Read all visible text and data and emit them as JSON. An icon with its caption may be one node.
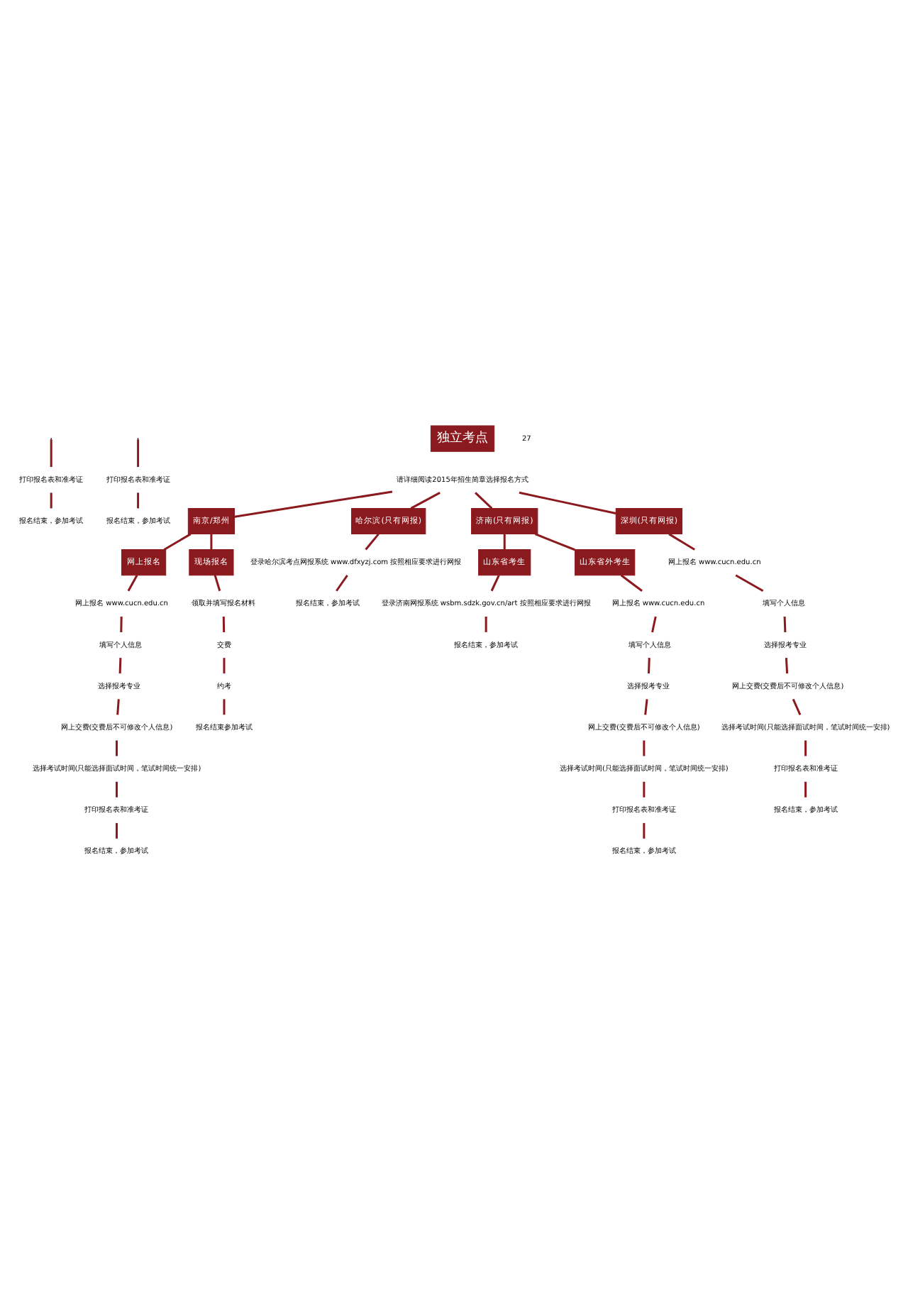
{
  "diagram": {
    "nodes": [
      {
        "text": [
          "打印报名表和准考证"
        ]
      },
      {
        "text": [
          "报名结束，参加考试"
        ]
      },
      {
        "text": [
          "打印报名表和准考证"
        ]
      },
      {
        "text": [
          "报名结束，参加考试"
        ]
      },
      {
        "text": [
          "独立考点"
        ]
      },
      {
        "text": [
          "请详细阅读2015年招生简章选择报名方式"
        ]
      },
      {
        "text": [
          "南京/郑州"
        ]
      },
      {
        "text": [
          "哈尔滨(只有网报)"
        ]
      },
      {
        "text": [
          "济南(只有网报)"
        ]
      },
      {
        "text": [
          "深圳(只有网报)"
        ]
      },
      {
        "text": [
          "网上报名"
        ]
      },
      {
        "text": [
          "现场报名"
        ]
      },
      {
        "text": [
          "网上报名 www.cucn.edu.cn"
        ]
      },
      {
        "text": [
          "填写个人信息"
        ]
      },
      {
        "text": [
          "选择报考专业"
        ]
      },
      {
        "text": [
          "网上交费(交费后不可修改个人信息)"
        ]
      },
      {
        "text": [
          "选择考试时间(只能选择面试时间，笔试时间统一安排)"
        ]
      },
      {
        "text": [
          "打印报名表和准考证"
        ]
      },
      {
        "text": [
          "报名结束，参加考试"
        ]
      },
      {
        "text": [
          "领取并填写报名材料"
        ]
      },
      {
        "text": [
          "交费"
        ]
      },
      {
        "text": [
          "约考"
        ]
      },
      {
        "text": [
          "报名结束参加考试"
        ]
      },
      {
        "text": [
          "登录哈尔滨考点网报系统 www.dfxyzj.com 按照相应要求进行网报"
        ]
      },
      {
        "text": [
          "报名结束，参加考试"
        ]
      },
      {
        "text": [
          "山东省考生"
        ]
      },
      {
        "text": [
          "山东省外考生"
        ]
      },
      {
        "text": [
          "登录济南网报系统 wsbm.sdzk.gov.cn/art 按照相应要求进行网报"
        ]
      },
      {
        "text": [
          "报名结束，参加考试"
        ]
      },
      {
        "text": [
          "网上报名 www.cucn.edu.cn"
        ]
      },
      {
        "text": [
          "填写个人信息"
        ]
      },
      {
        "text": [
          "选择报考专业"
        ]
      },
      {
        "text": [
          "网上交费(交费后不可修改个人信息)"
        ]
      },
      {
        "text": [
          "选择考试时间(只能选择面试时间，笔试时间统一安排)"
        ]
      },
      {
        "text": [
          "打印报名表和准考证"
        ]
      },
      {
        "text": [
          "报名结束，参加考试"
        ]
      },
      {
        "text": [
          "网上报名 www.cucn.edu.cn"
        ]
      },
      {
        "text": [
          "填写个人信息"
        ]
      },
      {
        "text": [
          "选择报考专业"
        ]
      },
      {
        "text": [
          "网上交费(交费后不可修改个人信息)"
        ]
      },
      {
        "text": [
          "选择考试时间(只能选择面试时间，笔试时间统一安排)"
        ]
      },
      {
        "text": [
          "打印报名表和准考证"
        ]
      },
      {
        "text": [
          "报名结束，参加考试"
        ]
      }
    ],
    "edges": [
      {
        "from": null,
        "to": 0,
        "arrow": "none"
      },
      {
        "from": 0,
        "to": 1,
        "arrow": "none"
      },
      {
        "from": null,
        "to": 2,
        "arrow": "none"
      },
      {
        "from": 2,
        "to": 3,
        "arrow": "none"
      },
      {
        "from": 5,
        "to": 6,
        "arrow": "none"
      },
      {
        "from": 5,
        "to": 7,
        "arrow": "none"
      },
      {
        "from": 5,
        "to": 8,
        "arrow": "none"
      },
      {
        "from": 5,
        "to": 9,
        "arrow": "none"
      },
      {
        "from": 6,
        "to": 10,
        "arrow": "none"
      },
      {
        "from": 6,
        "to": 11,
        "arrow": "none"
      },
      {
        "from": 10,
        "to": 12,
        "arrow": "none"
      },
      {
        "from": 12,
        "to": 13,
        "arrow": "none"
      },
      {
        "from": 13,
        "to": 14,
        "arrow": "none"
      },
      {
        "from": 14,
        "to": 15,
        "arrow": "none"
      },
      {
        "from": 15,
        "to": 16,
        "arrow": "none"
      },
      {
        "from": 16,
        "to": 17,
        "arrow": "none"
      },
      {
        "from": 17,
        "to": 18,
        "arrow": "none"
      },
      {
        "from": 11,
        "to": 19,
        "arrow": "none"
      },
      {
        "from": 19,
        "to": 20,
        "arrow": "none"
      },
      {
        "from": 20,
        "to": 21,
        "arrow": "none"
      },
      {
        "from": 21,
        "to": 22,
        "arrow": "none"
      },
      {
        "from": 7,
        "to": 23,
        "arrow": "none"
      },
      {
        "from": 23,
        "to": 24,
        "arrow": "none"
      },
      {
        "from": 8,
        "to": 25,
        "arrow": "none"
      },
      {
        "from": 8,
        "to": 26,
        "arrow": "none"
      },
      {
        "from": 25,
        "to": 27,
        "arrow": "none"
      },
      {
        "from": 27,
        "to": 28,
        "arrow": "none"
      },
      {
        "from": 26,
        "to": 29,
        "arrow": "none"
      },
      {
        "from": 29,
        "to": 30,
        "arrow": "none"
      },
      {
        "from": 30,
        "to": 31,
        "arrow": "none"
      },
      {
        "from": 31,
        "to": 32,
        "arrow": "none"
      },
      {
        "from": 32,
        "to": 33,
        "arrow": "none"
      },
      {
        "from": 33,
        "to": 34,
        "arrow": "none"
      },
      {
        "from": 34,
        "to": 35,
        "arrow": "none"
      },
      {
        "from": 9,
        "to": 36,
        "arrow": "none"
      },
      {
        "from": 36,
        "to": 37,
        "arrow": "none"
      },
      {
        "from": 37,
        "to": 38,
        "arrow": "none"
      },
      {
        "from": 38,
        "to": 39,
        "arrow": "none"
      },
      {
        "from": 39,
        "to": 40,
        "arrow": "none"
      },
      {
        "from": 40,
        "to": 41,
        "arrow": "none"
      },
      {
        "from": 41,
        "to": 42,
        "arrow": "none"
      }
    ],
    "labels": [
      "27"
    ]
  }
}
